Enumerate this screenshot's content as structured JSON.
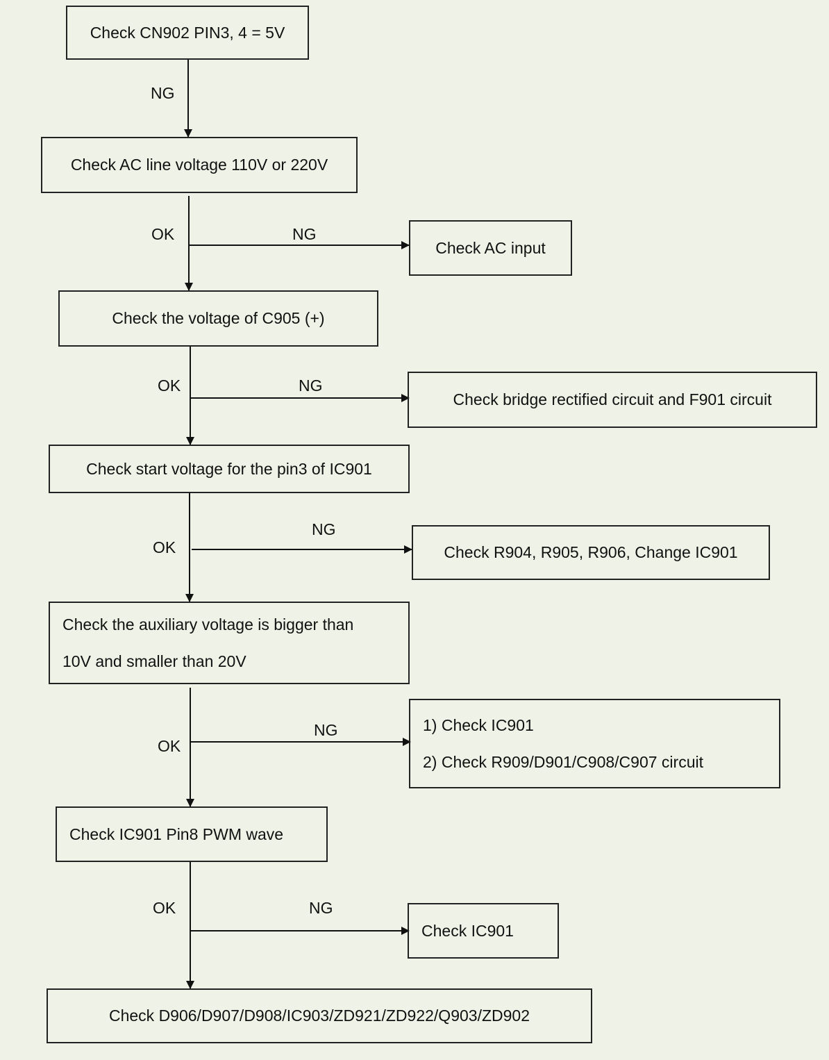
{
  "steps": {
    "s1": "Check CN902 PIN3, 4 = 5V",
    "s2": "Check AC line voltage 110V or 220V",
    "s3": "Check the voltage of C905 (+)",
    "s4": "Check start voltage for the pin3 of IC901",
    "s5_line1": "Check the auxiliary voltage is bigger than",
    "s5_line2": "10V and smaller than 20V",
    "s6": "Check IC901 Pin8 PWM wave",
    "s7": "Check D906/D907/D908/IC903/ZD921/ZD922/Q903/ZD902"
  },
  "branches": {
    "b1": "Check AC input",
    "b2": "Check bridge rectified circuit and F901 circuit",
    "b3": "Check R904, R905, R906, Change IC901",
    "b4_line1": "1) Check IC901",
    "b4_line2": "2) Check R909/D901/C908/C907 circuit",
    "b5": "Check IC901"
  },
  "labels": {
    "ng": "NG",
    "ok": "OK"
  }
}
